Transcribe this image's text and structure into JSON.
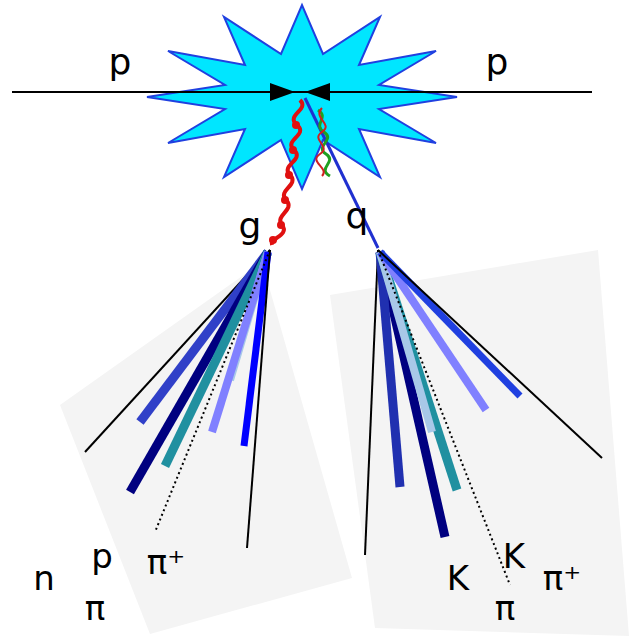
{
  "diagram": {
    "labels": [
      "p",
      "p",
      "g",
      "q",
      "n",
      "p",
      "π",
      "π⁺",
      "K",
      "K",
      "π",
      "π⁺"
    ]
  }
}
